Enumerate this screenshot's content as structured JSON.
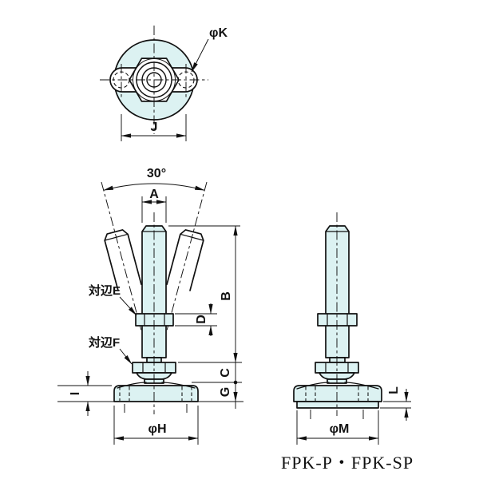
{
  "colors": {
    "background": "#ffffff",
    "line": "#111111",
    "part_fill": "#dcf2f2"
  },
  "labels": {
    "top_view": {
      "hole_dia": "φK",
      "hole_spacing": "J"
    },
    "front_view": {
      "swivel_angle": "30°",
      "thread_dia": "A",
      "thread_length": "B",
      "neck_height": "C",
      "nut_height": "D",
      "base_height": "G",
      "rim_height": "I",
      "base_dia": "φH",
      "across_flats_e": "対辺E",
      "across_flats_f": "対辺F"
    },
    "side_view": {
      "pad_height": "L",
      "pad_dia": "φM"
    },
    "part_number": "FPK-P・FPK-SP"
  }
}
